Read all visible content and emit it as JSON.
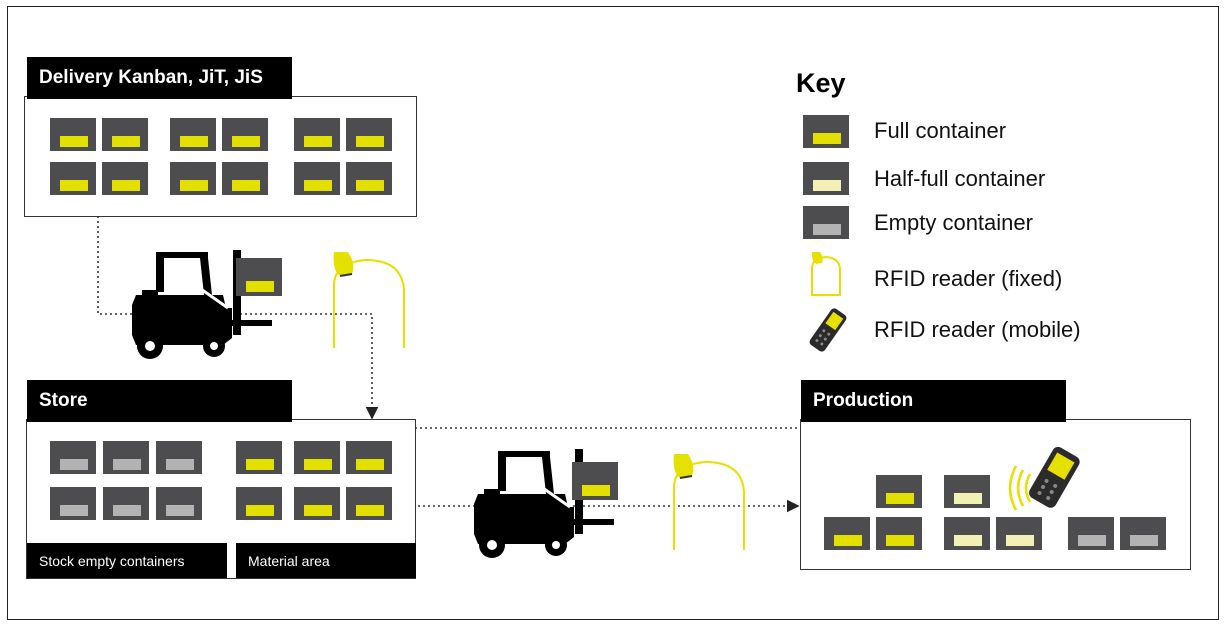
{
  "sections": {
    "delivery": {
      "title": "Delivery Kanban, JiT, JiS"
    },
    "store": {
      "title": "Store",
      "sub_left": "Stock empty containers",
      "sub_right": "Material area"
    },
    "production": {
      "title": "Production"
    }
  },
  "key": {
    "title": "Key",
    "items": [
      {
        "label": "Full container",
        "icon": "full-container-icon"
      },
      {
        "label": "Half-full container",
        "icon": "half-full-container-icon"
      },
      {
        "label": "Empty container",
        "icon": "empty-container-icon"
      },
      {
        "label": "RFID reader (fixed)",
        "icon": "rfid-fixed-reader-icon"
      },
      {
        "label": "RFID reader (mobile)",
        "icon": "rfid-mobile-reader-icon"
      }
    ]
  },
  "colors": {
    "container": "#4d4d4f",
    "full_fill": "#e3e000",
    "half_fill": "#f2f0b5",
    "empty_fill": "#b3b3b3",
    "rfid_yellow": "#e6e000",
    "title_bar": "#000000"
  },
  "containers": {
    "delivery": [
      "full",
      "full",
      "full",
      "full",
      "full",
      "full",
      "full",
      "full",
      "full",
      "full",
      "full",
      "full"
    ],
    "store_stock": [
      "empty",
      "empty",
      "empty",
      "empty",
      "empty",
      "empty"
    ],
    "store_material": [
      "full",
      "full",
      "full",
      "full",
      "full",
      "full"
    ],
    "production": [
      "full",
      "half",
      "full",
      "full",
      "half",
      "half",
      "empty",
      "empty"
    ]
  }
}
